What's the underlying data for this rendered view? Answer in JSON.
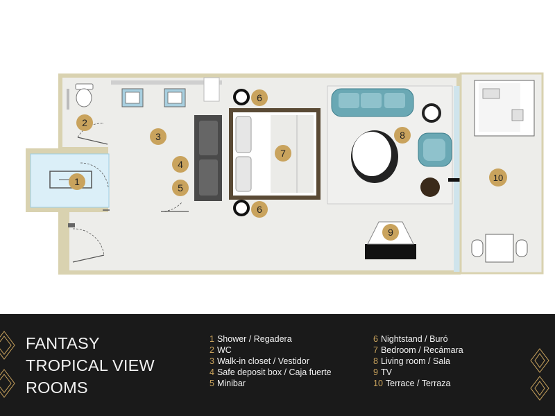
{
  "title_lines": [
    "FANTASY",
    "TROPICAL VIEW",
    "ROOMS"
  ],
  "legend": [
    {
      "num": "1",
      "label": "Shower / Regadera"
    },
    {
      "num": "2",
      "label": "WC"
    },
    {
      "num": "3",
      "label": "Walk-in closet / Vestidor"
    },
    {
      "num": "4",
      "label": "Safe deposit box / Caja fuerte"
    },
    {
      "num": "5",
      "label": "Minibar"
    },
    {
      "num": "6",
      "label": "Nightstand / Buró"
    },
    {
      "num": "7",
      "label": "Bedroom / Recámara"
    },
    {
      "num": "8",
      "label": "Living room / Sala"
    },
    {
      "num": "9",
      "label": "TV"
    },
    {
      "num": "10",
      "label": "Terrace / Terraza"
    }
  ],
  "markers": {
    "shower": "1",
    "wc": "2",
    "closet": "3",
    "safe": "4",
    "minibar": "5",
    "nightstand_top": "6",
    "nightstand_bottom": "6",
    "bedroom": "7",
    "living": "8",
    "tv": "9",
    "terrace": "10"
  },
  "colors": {
    "marker_gold": "#c9a35d",
    "floor": "#ededea",
    "wall": "#d9d2b0",
    "accent_teal": "#6aa8b4",
    "band": "#1a1a1a"
  }
}
